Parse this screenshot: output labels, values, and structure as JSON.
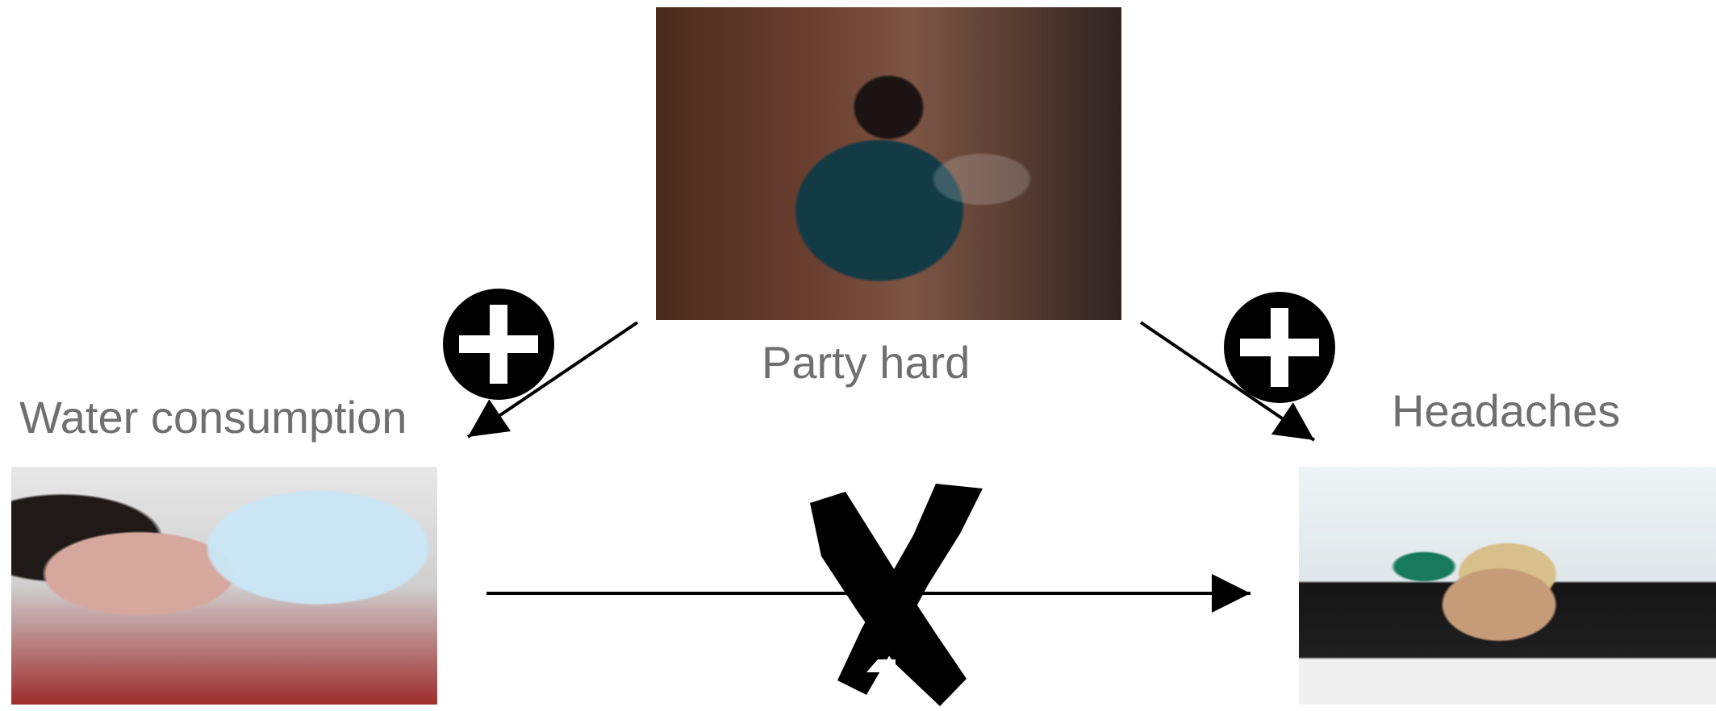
{
  "nodes": {
    "top": {
      "label": "Party hard"
    },
    "left": {
      "label": "Water consumption"
    },
    "right": {
      "label": "Headaches"
    }
  },
  "edges": [
    {
      "from": "top",
      "to": "left",
      "sign": "+"
    },
    {
      "from": "top",
      "to": "right",
      "sign": "+"
    },
    {
      "from": "left",
      "to": "right",
      "crossed_out": true
    }
  ]
}
